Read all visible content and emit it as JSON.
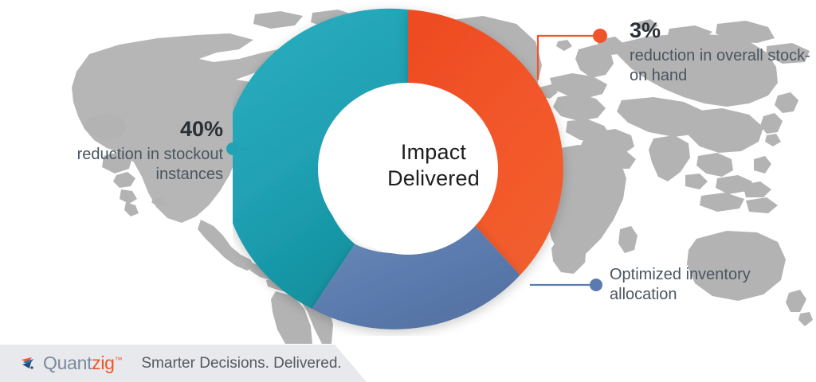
{
  "center": {
    "line1": "Impact",
    "line2": "Delivered"
  },
  "callouts": [
    {
      "id": "stockout",
      "percent": "40%",
      "description": "reduction in stockout instances",
      "color": "#22A3B5",
      "position": "left"
    },
    {
      "id": "stock-on-hand",
      "percent": "3%",
      "description": "reduction in overall stock-on hand",
      "color": "#F0542A",
      "position": "top-right"
    },
    {
      "id": "inventory-allocation",
      "percent": "",
      "description": "Optimized inventory allocation",
      "color": "#5B7BAE",
      "position": "bottom-right"
    }
  ],
  "chart_data": {
    "type": "pie",
    "title": "Impact Delivered",
    "labels": [
      "reduction in stockout instances",
      "reduction in overall stock-on hand",
      "Optimized inventory allocation"
    ],
    "values": [
      40,
      35,
      25
    ],
    "data_labels": [
      "40%",
      "3%",
      ""
    ],
    "colors": [
      "#22A3B5",
      "#F0542A",
      "#5B7BAE"
    ],
    "donut": true,
    "inner_radius_ratio": 0.56,
    "start_angle_deg": 0,
    "legend": "callout-labels",
    "grid": false
  },
  "footer": {
    "logo_part1": "Quant",
    "logo_part2": "zig",
    "logo_tm": "™",
    "tagline": "Smarter Decisions. Delivered."
  },
  "colors": {
    "teal": "#22A3B5",
    "orange": "#F0542A",
    "blue": "#5B7BAE",
    "map_grey": "#B3B3B3",
    "label_text": "#4A5560",
    "center_text": "#1D1D1F",
    "footer_bg": "#E8E9ED"
  }
}
